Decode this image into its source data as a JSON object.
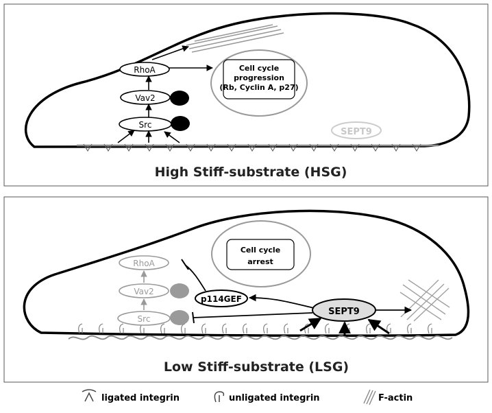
{
  "panel_top": {
    "title": "High Stiff-substrate (HSG)",
    "nodes": {
      "rhoa": "RhoA",
      "vav2": "Vav2",
      "src": "Src",
      "sept9": "SEPT9"
    },
    "nucleus": {
      "line1": "Cell cycle",
      "line2": "progression",
      "line3": "(Rb, Cyclin A, p27)"
    }
  },
  "panel_bottom": {
    "title": "Low Stiff-substrate (LSG)",
    "nodes": {
      "rhoa": "RhoA",
      "vav2": "Vav2",
      "src": "Src",
      "sept9": "SEPT9",
      "p114gef": "p114GEF"
    },
    "nucleus": {
      "line1": "Cell cycle",
      "line2": "arrest"
    }
  },
  "legend": {
    "ligated": "ligated integrin",
    "unligated": "unligated integrin",
    "factin": "F-actin"
  },
  "colors": {
    "active": "#000000",
    "inactive": "#9a9a9a",
    "sept9_fill": "#dedede",
    "substrate": "#8a8a8a"
  }
}
